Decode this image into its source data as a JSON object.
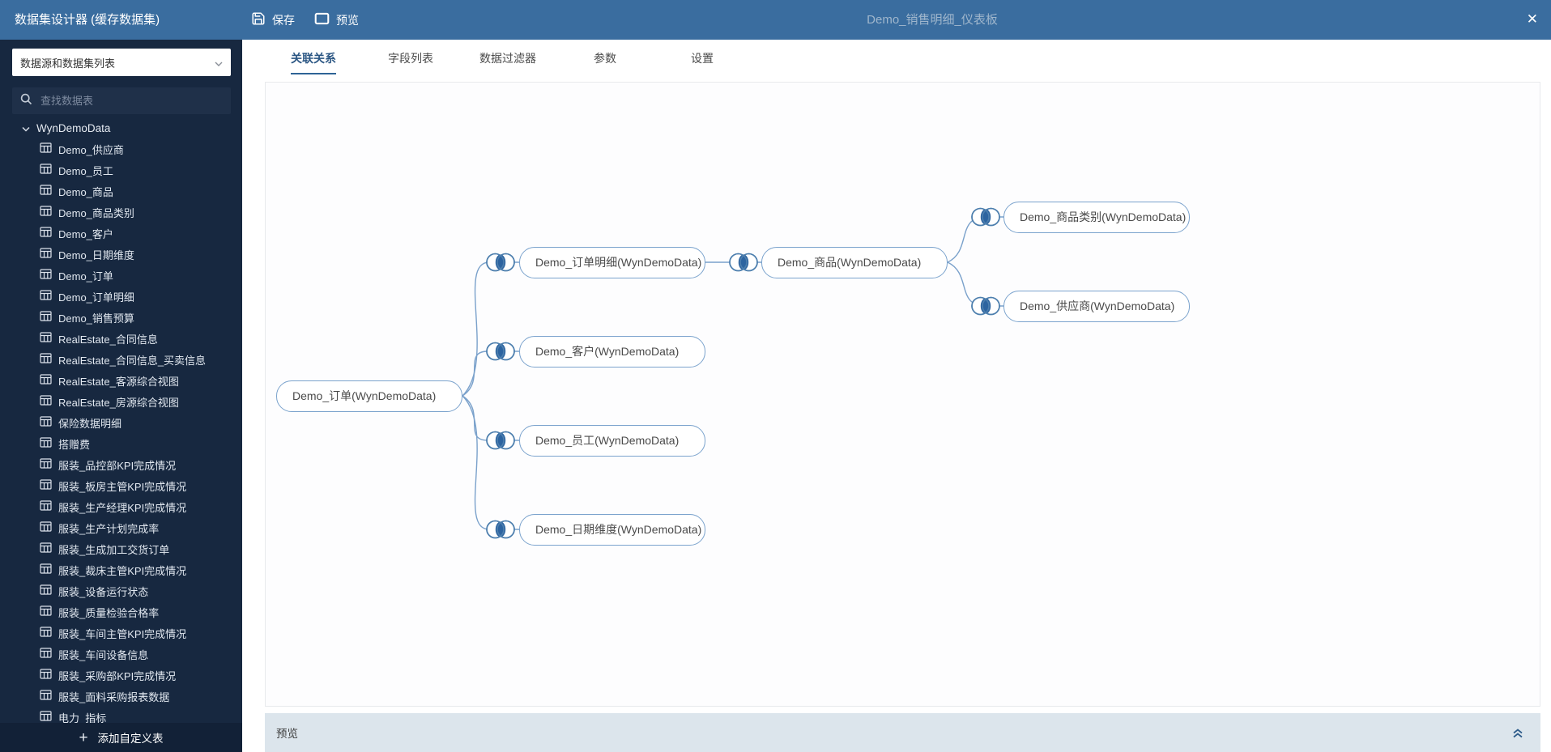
{
  "topbar": {
    "app_title": "数据集设计器 (缓存数据集)",
    "save_label": "保存",
    "preview_label": "预览",
    "doc_title": "Demo_销售明细_仪表板",
    "close_label": "✕"
  },
  "sidebar": {
    "source_select_value": "数据源和数据集列表",
    "search_placeholder": "查找数据表",
    "root_node": "WynDemoData",
    "tables": [
      "Demo_供应商",
      "Demo_员工",
      "Demo_商品",
      "Demo_商品类别",
      "Demo_客户",
      "Demo_日期维度",
      "Demo_订单",
      "Demo_订单明细",
      "Demo_销售预算",
      "RealEstate_合同信息",
      "RealEstate_合同信息_买卖信息",
      "RealEstate_客源综合视图",
      "RealEstate_房源综合视图",
      "保险数据明细",
      "搭赠费",
      "服装_品控部KPI完成情况",
      "服装_板房主管KPI完成情况",
      "服装_生产经理KPI完成情况",
      "服装_生产计划完成率",
      "服装_生成加工交货订单",
      "服装_裁床主管KPI完成情况",
      "服装_设备运行状态",
      "服装_质量检验合格率",
      "服装_车间主管KPI完成情况",
      "服装_车间设备信息",
      "服装_采购部KPI完成情况",
      "服装_面料采购报表数据",
      "电力_指标"
    ],
    "add_custom_label": "添加自定义表"
  },
  "tabs": [
    {
      "label": "关联关系",
      "active": true
    },
    {
      "label": "字段列表",
      "active": false
    },
    {
      "label": "数据过滤器",
      "active": false
    },
    {
      "label": "参数",
      "active": false
    },
    {
      "label": "设置",
      "active": false
    }
  ],
  "diagram": {
    "nodes": [
      {
        "id": "order",
        "label": "Demo_订单(WynDemoData)"
      },
      {
        "id": "order-detail",
        "label": "Demo_订单明细(WynDemoData)"
      },
      {
        "id": "customer",
        "label": "Demo_客户(WynDemoData)"
      },
      {
        "id": "employee",
        "label": "Demo_员工(WynDemoData)"
      },
      {
        "id": "date-dim",
        "label": "Demo_日期维度(WynDemoData)"
      },
      {
        "id": "product",
        "label": "Demo_商品(WynDemoData)"
      },
      {
        "id": "category",
        "label": "Demo_商品类别(WynDemoData)"
      },
      {
        "id": "supplier",
        "label": "Demo_供应商(WynDemoData)"
      }
    ],
    "join_icon": "inner-join"
  },
  "preview_bar": {
    "label": "预览"
  },
  "colors": {
    "topbar": "#3a6d9f",
    "sidebar": "#172840",
    "node_border": "#7ba3cd",
    "edge_line": "#7aa1cb",
    "join_fill": "#2d64a0",
    "active_tab": "#2c5784",
    "preview_bar_bg": "#dce5ec"
  }
}
